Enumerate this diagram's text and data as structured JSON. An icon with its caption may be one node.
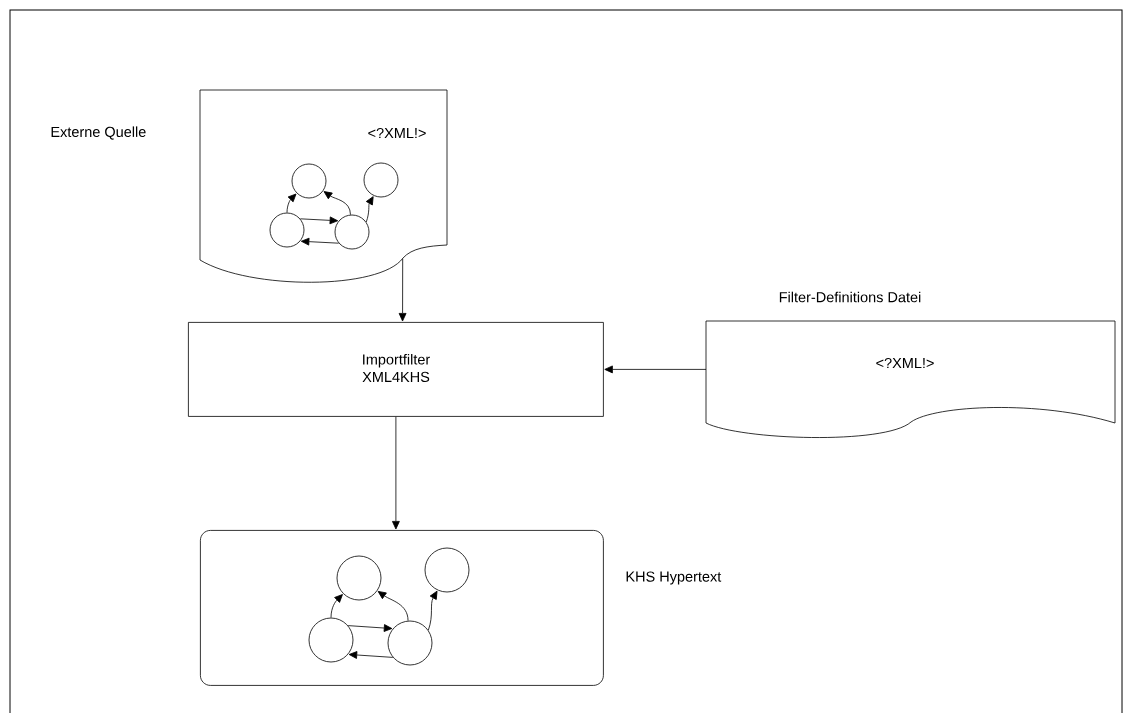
{
  "diagram": {
    "nodes": [
      {
        "text": [
          "<?XML!>"
        ],
        "beside": [
          "Externe Quelle"
        ]
      },
      {
        "text": [],
        "shape": "circle",
        "in": 0
      },
      {
        "text": [],
        "shape": "circle",
        "in": 0
      },
      {
        "text": [],
        "shape": "circle",
        "in": 0
      },
      {
        "text": [],
        "shape": "circle",
        "in": 0
      },
      {
        "text": [
          "Importfilter XML4KHS"
        ]
      },
      {
        "text": [
          "<?XML!>"
        ],
        "beside": [
          "Filter-Definitions Datei"
        ]
      },
      {
        "text": [],
        "shape": "box",
        "beside": [
          "KHS Hypertext"
        ]
      },
      {
        "text": [],
        "shape": "circle",
        "in": 7
      },
      {
        "text": [],
        "shape": "circle",
        "in": 7
      },
      {
        "text": [],
        "shape": "circle",
        "in": 7
      },
      {
        "text": [],
        "shape": "circle",
        "in": 7
      }
    ],
    "edges": [
      {
        "from": 0,
        "to": 5,
        "arrow": "to"
      },
      {
        "from": 6,
        "to": 5,
        "arrow": "to"
      },
      {
        "from": 5,
        "to": 7,
        "arrow": "to"
      },
      {
        "from": 3,
        "to": 1,
        "arrow": "to"
      },
      {
        "from": 3,
        "to": 4,
        "arrow": "to"
      },
      {
        "from": 4,
        "to": 3,
        "arrow": "to"
      },
      {
        "from": 4,
        "to": 1,
        "arrow": "to"
      },
      {
        "from": 4,
        "to": 2,
        "arrow": "to"
      },
      {
        "from": 10,
        "to": 8,
        "arrow": "to"
      },
      {
        "from": 10,
        "to": 11,
        "arrow": "to"
      },
      {
        "from": 11,
        "to": 10,
        "arrow": "to"
      },
      {
        "from": 11,
        "to": 8,
        "arrow": "to"
      },
      {
        "from": 11,
        "to": 9,
        "arrow": "to"
      }
    ]
  }
}
